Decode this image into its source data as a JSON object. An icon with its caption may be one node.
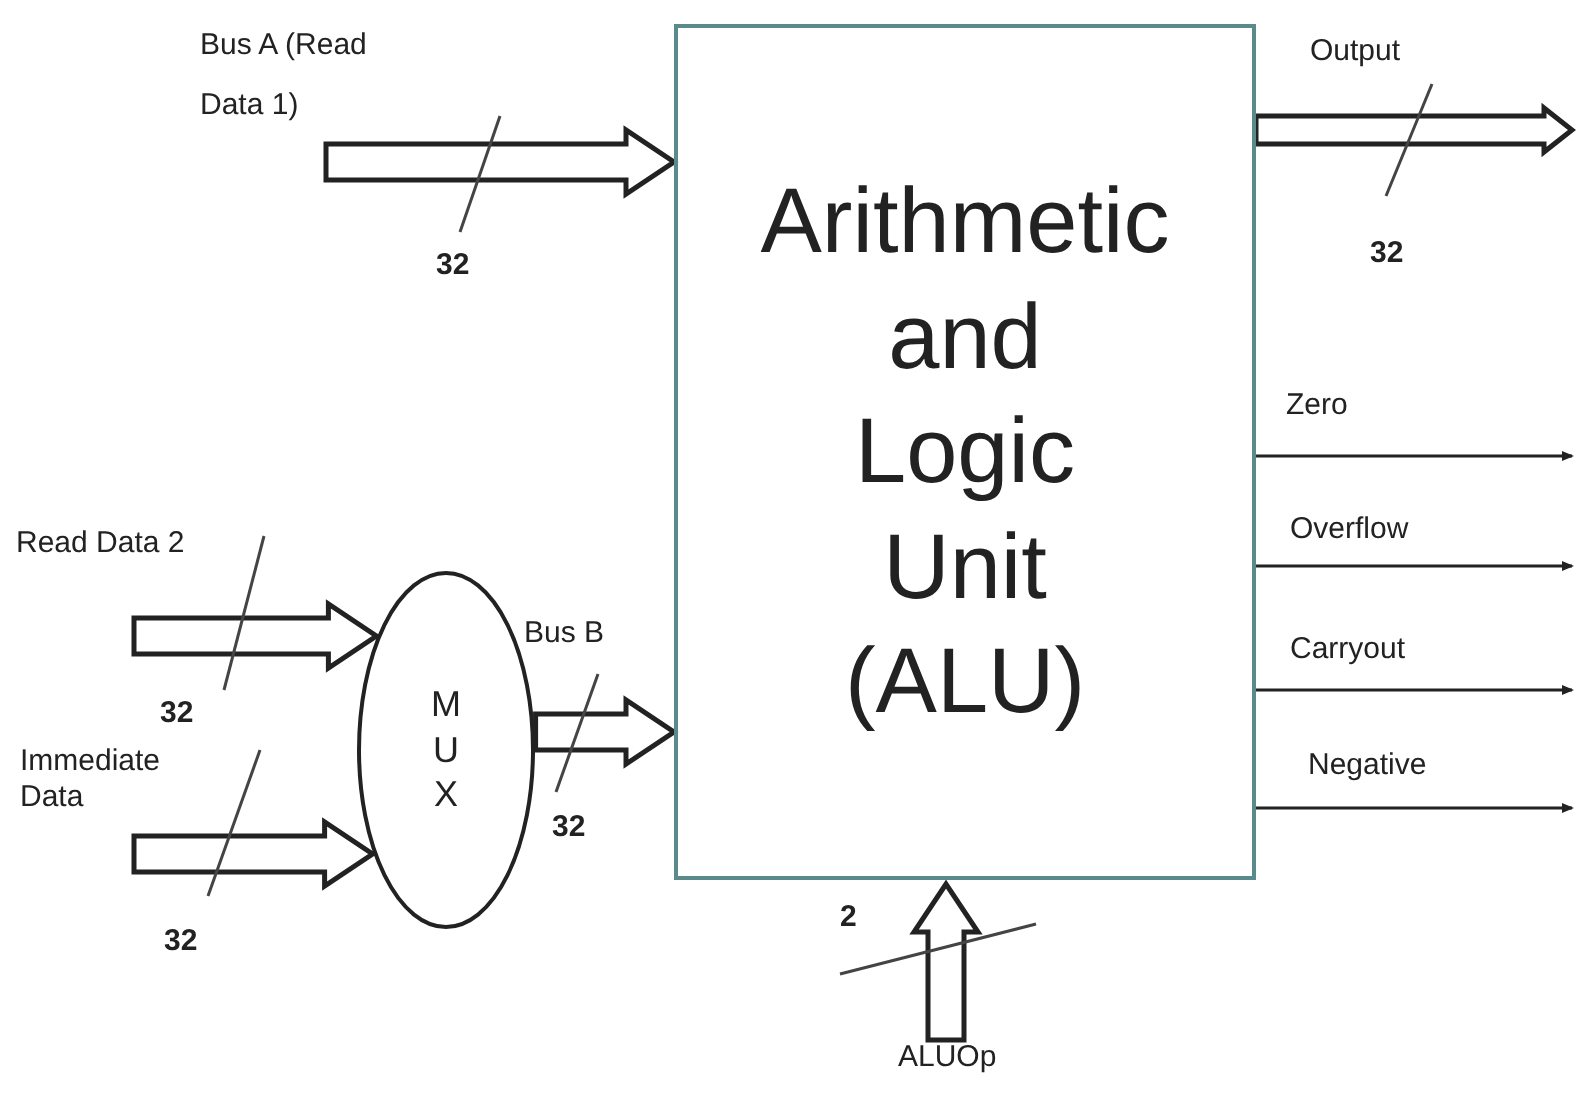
{
  "diagram": {
    "nodes": [
      {
        "text": [
          "Arithmetic and Logic Unit (ALU)"
        ]
      },
      {
        "text": [
          "MUX"
        ]
      }
    ],
    "edges": [
      {
        "from": null,
        "to": 0,
        "arrow": "to",
        "label": "Bus A (Read Data 1)",
        "style": "thick"
      },
      {
        "from": null,
        "to": 1,
        "arrow": "to",
        "label": "Read Data 2",
        "style": "thick"
      },
      {
        "from": null,
        "to": 1,
        "arrow": "to",
        "label": "Immediate Data",
        "style": "thick"
      },
      {
        "from": 1,
        "to": 0,
        "arrow": "to",
        "label": "Bus B",
        "style": "thick"
      },
      {
        "from": 0,
        "to": null,
        "arrow": "to",
        "label": "Output",
        "style": "thick"
      },
      {
        "from": 0,
        "to": null,
        "arrow": "to",
        "label": "Zero"
      },
      {
        "from": 0,
        "to": null,
        "arrow": "to",
        "label": "Overflow"
      },
      {
        "from": 0,
        "to": null,
        "arrow": "to",
        "label": "Carryout"
      },
      {
        "from": 0,
        "to": null,
        "arrow": "to",
        "label": "Negative"
      },
      {
        "from": null,
        "to": 0,
        "arrow": "to",
        "label": "ALUOp",
        "style": "thick"
      }
    ],
    "labels": [
      "32",
      "32",
      "32",
      "32",
      "32",
      "2"
    ]
  }
}
